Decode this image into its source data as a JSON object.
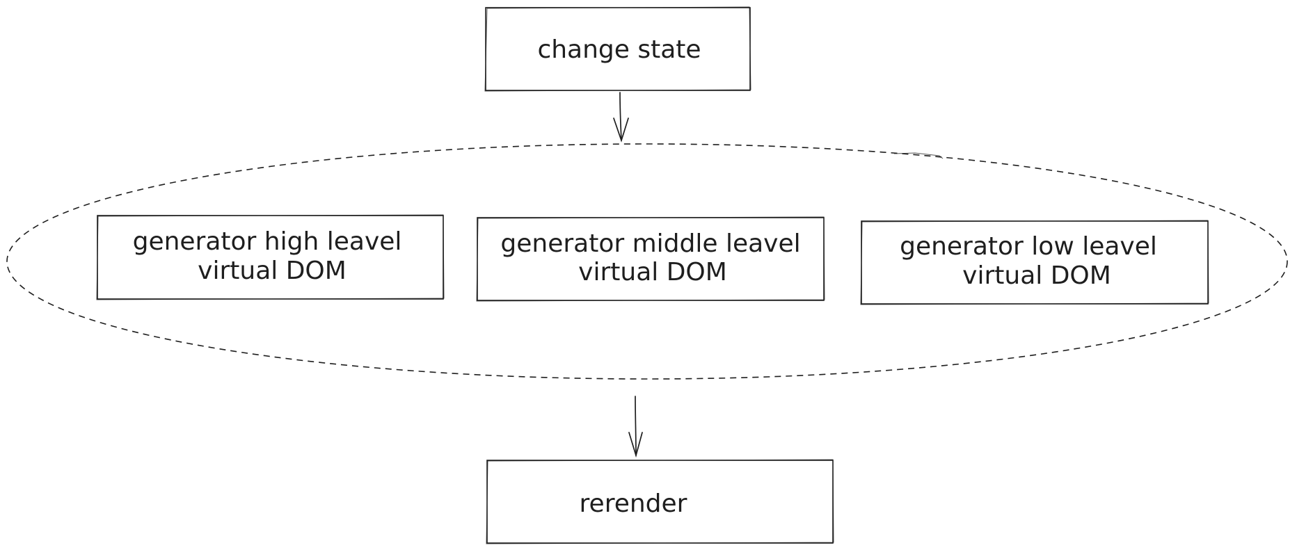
{
  "diagram": {
    "nodes": {
      "change_state": "change state",
      "high_level": {
        "line1": "generator high leavel",
        "line2": "virtual DOM"
      },
      "middle_level": {
        "line1": "generator middle leavel",
        "line2": "virtual DOM"
      },
      "low_level": {
        "line1": "generator low leavel",
        "line2": "virtual DOM"
      },
      "rerender": "rerender"
    },
    "edges": [
      {
        "from": "change state",
        "to": "generator group"
      },
      {
        "from": "generator group",
        "to": "rerender"
      }
    ],
    "colors": {
      "stroke": "#1e1e1e",
      "fill": "#ffffff",
      "background": "#ffffff"
    },
    "group_style": "dashed-ellipse"
  }
}
